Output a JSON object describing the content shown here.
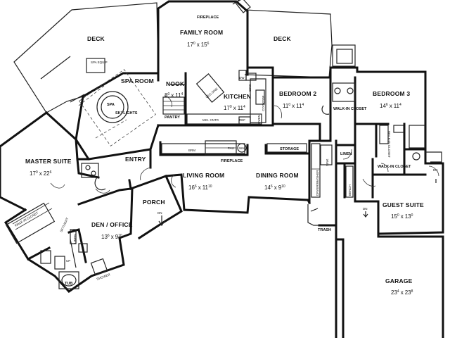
{
  "rooms": {
    "deck_left": {
      "label": "DECK"
    },
    "family_room": {
      "label": "FAMILY ROOM",
      "dim_a": "17",
      "dim_a_sup": "0",
      "dim_sep": "x",
      "dim_b": "15",
      "dim_b_sup": "6"
    },
    "fireplace_top": {
      "label": "FIREPLACE"
    },
    "deck_right": {
      "label": "DECK"
    },
    "spa_equip": {
      "label": "SPA EQUIP"
    },
    "spa_room": {
      "label": "SPA ROOM"
    },
    "spa": {
      "label": "SPA"
    },
    "skylights": {
      "label": "SKYLIGHTS"
    },
    "nook": {
      "label": "NOOK",
      "dim_a": "8",
      "dim_a_sup": "0",
      "dim_sep": "x",
      "dim_b": "11",
      "dim_b_sup": "4"
    },
    "pantry": {
      "label": "PANTRY"
    },
    "kitchen": {
      "label": "KITCHEN",
      "dim_a": "17",
      "dim_a_sup": "0",
      "dim_sep": "x",
      "dim_b": "11",
      "dim_b_sup": "4"
    },
    "veg_sink": {
      "label": "VEG SINK"
    },
    "sink": {
      "label": "SINK"
    },
    "dw": {
      "label": "DW"
    },
    "cooktop": {
      "label": "COOKTOP"
    },
    "mix_cntr": {
      "label": "MIX. CNTR"
    },
    "ref": {
      "label": "REF"
    },
    "oven": {
      "label": "OVEN"
    },
    "bedroom2": {
      "label": "BEDROOM 2",
      "dim_a": "11",
      "dim_a_sup": "0",
      "dim_sep": "x",
      "dim_b": "11",
      "dim_b_sup": "4"
    },
    "walkin_closet": {
      "label": "WALK-IN CLOSET"
    },
    "bedroom3": {
      "label": "BEDROOM 3",
      "dim_a": "14",
      "dim_a_sup": "6",
      "dim_sep": "x",
      "dim_b": "11",
      "dim_b_sup": "4"
    },
    "walkin_closet_v": {
      "label": "WALK-IN CLOSET"
    },
    "master_suite": {
      "label": "MASTER SUITE",
      "dim_a": "17",
      "dim_a_sup": "0",
      "dim_sep": "x",
      "dim_b": "22",
      "dim_b_sup": "6"
    },
    "entry": {
      "label": "ENTRY"
    },
    "brm": {
      "label": "BRM"
    },
    "fau": {
      "label": "FAU"
    },
    "wh": {
      "label": "WH"
    },
    "fireplace_lr": {
      "label": "FIREPLACE"
    },
    "living_room": {
      "label": "LIVING ROOM",
      "dim_a": "16",
      "dim_a_sup": "6",
      "dim_sep": "x",
      "dim_b": "11",
      "dim_b_sup": "10"
    },
    "storage": {
      "label": "STORAGE"
    },
    "dining_room": {
      "label": "DINING ROOM",
      "dim_a": "14",
      "dim_a_sup": "6",
      "dim_sep": "x",
      "dim_b": "9",
      "dim_b_sup": "10"
    },
    "linen_hall": {
      "label": "LINEN"
    },
    "sink_hall": {
      "label": "SINK"
    },
    "dryer": {
      "label": "DRYER/WASHER"
    },
    "bench": {
      "label": "BENCH"
    },
    "walkin_closet2": {
      "label": "WALK-IN CLOSET"
    },
    "dn_right": {
      "label": "DN"
    },
    "dn_mid": {
      "label": "DN"
    },
    "guest_suite": {
      "label": "GUEST SUITE",
      "dim_a": "15",
      "dim_a_sup": "0",
      "dim_sep": "x",
      "dim_b": "13",
      "dim_b_sup": "0"
    },
    "walkin_closet_master": {
      "label": "WALK-IN CLOSET"
    },
    "skylight_master": {
      "label": "SKYLIGHT"
    },
    "linen_master": {
      "label": "LINEN"
    },
    "up": {
      "label": "UP"
    },
    "tub": {
      "label": "TUB"
    },
    "shower": {
      "label": "SHOWER"
    },
    "den_office": {
      "label": "DEN / OFFICE",
      "dim_a": "13",
      "dim_a_sup": "6",
      "dim_sep": "x",
      "dim_b": "9",
      "dim_b_sup": "10"
    },
    "porch": {
      "label": "PORCH"
    },
    "dn_porch": {
      "label": "DN"
    },
    "trash": {
      "label": "TRASH"
    },
    "garage": {
      "label": "GARAGE",
      "dim_a": "23",
      "dim_a_sup": "4",
      "dim_sep": "x",
      "dim_b": "23",
      "dim_b_sup": "8"
    }
  }
}
